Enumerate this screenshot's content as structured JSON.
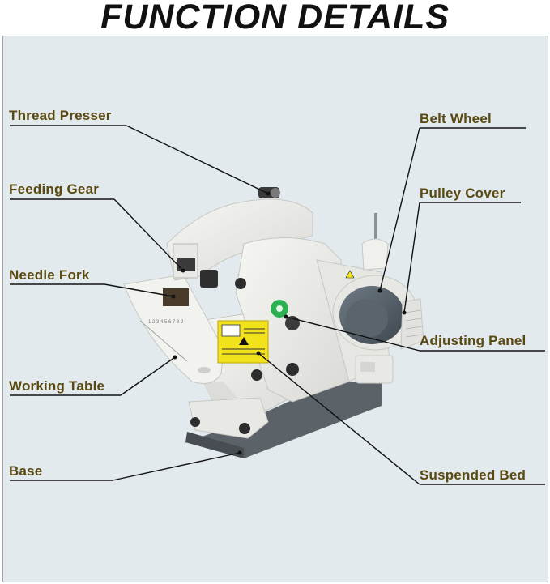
{
  "title": "FUNCTION DETAILS",
  "labels": {
    "thread_presser": "Thread Presser",
    "feeding_gear": "Feeding Gear",
    "needle_fork": "Needle Fork",
    "working_table": "Working Table",
    "base": "Base",
    "belt_wheel": "Belt Wheel",
    "pulley_cover": "Pulley Cover",
    "adjusting_panel": "Adjusting Panel",
    "suspended_bed": "Suspended Bed"
  },
  "colors": {
    "label_text": "#5a4a12",
    "panel_background": "#e3eaed",
    "machine_body": "#efefeb",
    "base_plate": "#5c6368",
    "warning_label": "#f2e21c",
    "indicator_green": "#2bb052"
  }
}
